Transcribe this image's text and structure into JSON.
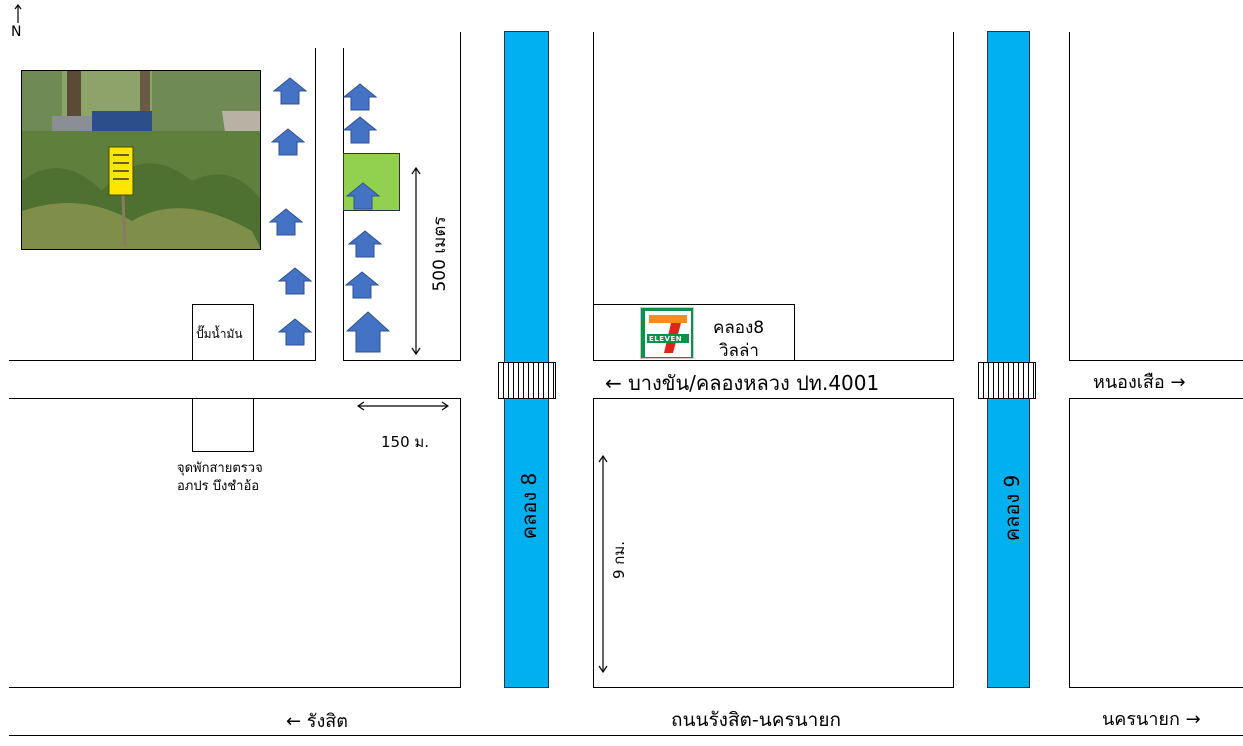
{
  "compass": {
    "label": "N",
    "icon": "north-arrow-icon"
  },
  "canals": {
    "k8": {
      "label": "คลอง 8"
    },
    "k9": {
      "label": "คลอง 9"
    }
  },
  "roads": {
    "road_4001_label": "← บางขัน/คลองหลวง ปท.4001",
    "nongsuea_label": "หนองเสือ →",
    "rangsit_label": "← รังสิต",
    "rangsit_nakhonnayok_label": "ถนนรังสิต-นครนายก",
    "nakhonnayok_label": "นครนายก →"
  },
  "places": {
    "gas_station": "ปั๊มน้ำมัน",
    "checkpoint_line1": "จุดพักสายตรวจ",
    "checkpoint_line2": "อภปร บึงชำอ้อ",
    "villa_line1": "คลอง8",
    "villa_line2": "วิลล่า",
    "seven_eleven_logo_text": "ELEVEN"
  },
  "distances": {
    "d500": "500 เมตร",
    "d150": "150 ม.",
    "d9km": "9 กม."
  },
  "colors": {
    "canal": "#00b0f0",
    "house": "#4472c4",
    "plot": "#92d050",
    "sign": "#ffe600"
  }
}
